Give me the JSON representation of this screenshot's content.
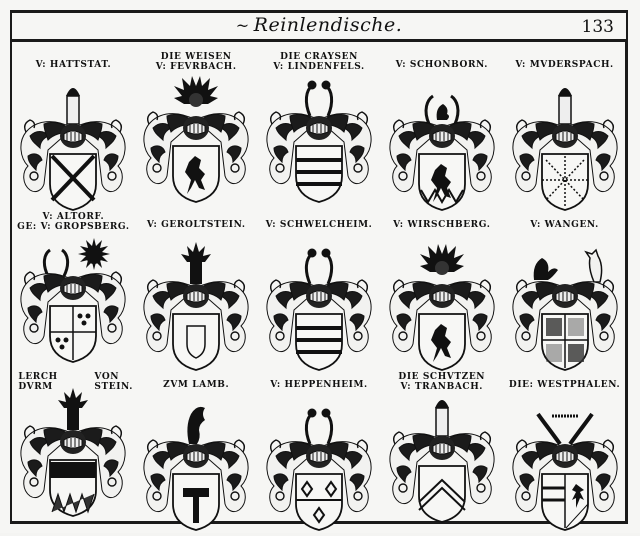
{
  "header": {
    "running_title": "Reinlendische.",
    "page_number": "133"
  },
  "arms": [
    {
      "row": 1,
      "col": 1,
      "line1": "",
      "line2": "V: HATTSTAT.",
      "shield": "saltire",
      "crest": "figure"
    },
    {
      "row": 1,
      "col": 2,
      "line1": "DIE WEISEN",
      "line2": "V: FEVRBACH.",
      "shield": "lion",
      "crest": "lion-plumes"
    },
    {
      "row": 1,
      "col": 3,
      "line1": "DIE CRAYSEN",
      "line2": "V: LINDENFELS.",
      "shield": "bars",
      "crest": "horns"
    },
    {
      "row": 1,
      "col": 4,
      "line1": "",
      "line2": "V: SCHONBORN.",
      "shield": "lion-chevrons",
      "crest": "lion-horns"
    },
    {
      "row": 1,
      "col": 5,
      "line1": "",
      "line2": "V: MVDERSPACH.",
      "shield": "gyronny",
      "crest": "bust"
    },
    {
      "row": 2,
      "col": 1,
      "line1": "V: ALTORF.",
      "line2": "GE: V: GROPSBERG.",
      "shield": "quartered",
      "crest": "horns-sun"
    },
    {
      "row": 2,
      "col": 2,
      "line1": "",
      "line2": "V: GEROLTSTEIN.",
      "shield": "escutcheon",
      "crest": "plume"
    },
    {
      "row": 2,
      "col": 3,
      "line1": "",
      "line2": "V: SCHWELCHEIM.",
      "shield": "bars",
      "crest": "horns"
    },
    {
      "row": 2,
      "col": 4,
      "line1": "",
      "line2": "V: WIRSCHBERG.",
      "shield": "lion",
      "crest": "eagle"
    },
    {
      "row": 2,
      "col": 5,
      "line1": "",
      "line2": "V: WANGEN.",
      "shield": "quartered-lions",
      "crest": "bird-dog"
    },
    {
      "row": 3,
      "col": 1,
      "line1": "LERCH VON",
      "line2": "DVRM STEIN.",
      "label_left": [
        "LERCH",
        "DVRM"
      ],
      "label_right": [
        "VON",
        "STEIN."
      ],
      "shield": "dancetty",
      "crest": "plumes"
    },
    {
      "row": 3,
      "col": 2,
      "line1": "",
      "line2": "ZVM LAMB.",
      "shield": "hammer",
      "crest": "bird"
    },
    {
      "row": 3,
      "col": 3,
      "line1": "",
      "line2": "V: HEPPENHEIM.",
      "shield": "lozenges",
      "crest": "horns"
    },
    {
      "row": 3,
      "col": 4,
      "line1": "DIE SCHVTZEN",
      "line2": "V: TRANBACH.",
      "shield": "chevron",
      "crest": "figure"
    },
    {
      "row": 3,
      "col": 5,
      "line1": "",
      "line2": "DIE: WESTPHALEN.",
      "shield": "per-pale-eagle",
      "crest": "horns-open"
    }
  ]
}
